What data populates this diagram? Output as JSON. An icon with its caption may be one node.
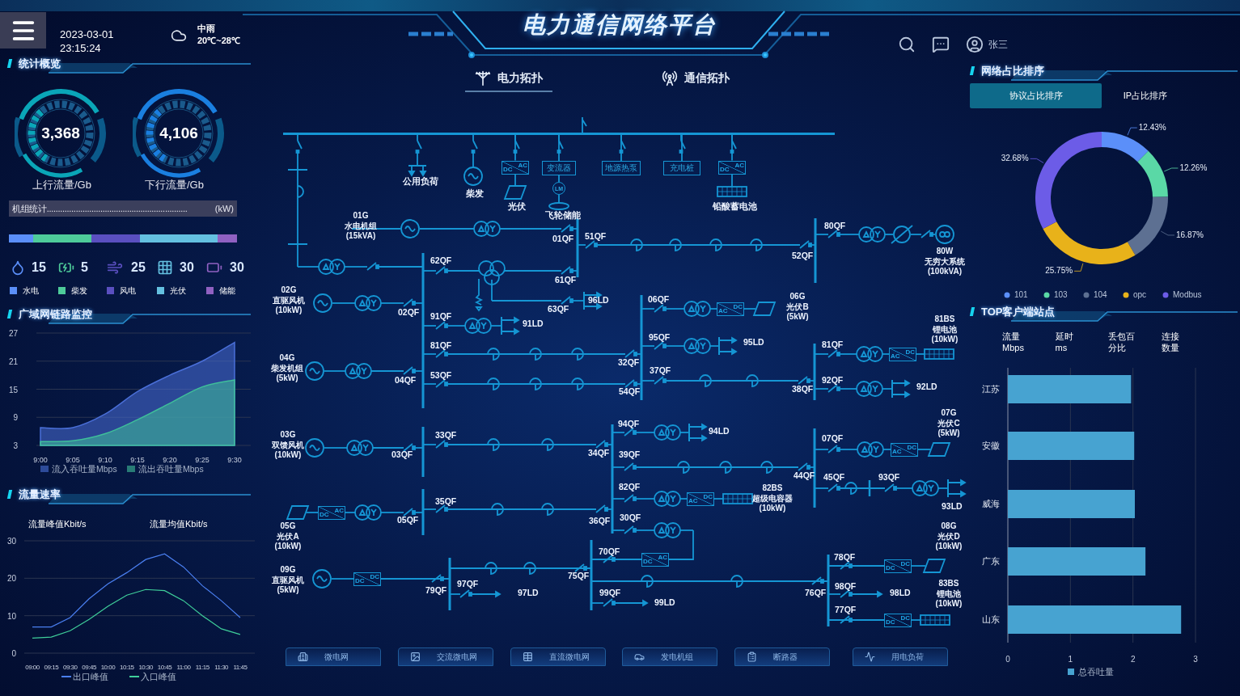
{
  "diagram": {
    "title": "电力通信网络平台",
    "nodes": [
      {
        "text": [],
        "shape": "bar"
      },
      {
        "text": [
          "DC",
          "AC"
        ]
      },
      {
        "text": [
          "变流器"
        ]
      },
      {
        "text": [
          "地源热泵"
        ]
      },
      {
        "text": [
          "充电桩"
        ]
      },
      {
        "text": [
          "DC",
          "AC"
        ]
      },
      {
        "text": [
          "LM"
        ]
      },
      {
        "text": [
          "AC",
          "DC"
        ]
      },
      {
        "text": [
          "AC",
          "DC"
        ]
      },
      {
        "text": [
          "AC",
          "DC"
        ]
      },
      {
        "text": [
          "AC",
          "DC"
        ]
      },
      {
        "text": [
          "DC",
          "AC"
        ]
      },
      {
        "text": [
          "DC",
          "AC"
        ]
      },
      {
        "text": [
          "DC",
          "DC"
        ]
      },
      {
        "text": [
          "DC",
          "DC"
        ]
      },
      {
        "text": [
          "DC",
          "DC"
        ]
      }
    ],
    "edges": [
      {
        "from": 0,
        "to": 1,
        "arrow": "none"
      },
      {
        "from": 0,
        "to": 2,
        "arrow": "none"
      },
      {
        "from": 0,
        "to": 3,
        "arrow": "none"
      },
      {
        "from": 0,
        "to": 4,
        "arrow": "none"
      },
      {
        "from": 0,
        "to": 5,
        "arrow": "none"
      },
      {
        "from": 2,
        "to": 6,
        "arrow": "none"
      },
      {
        "from": 12,
        "to": 15,
        "arrow": "none"
      },
      {
        "from": 12,
        "to": 13,
        "arrow": "none"
      },
      {
        "from": 12,
        "to": 14,
        "arrow": "none"
      }
    ],
    "labels": [
      "2023-03-01",
      "23:15:24",
      "中雨",
      "20℃~28℃",
      "电力拓扑",
      "通信拓扑",
      "张三",
      "统计概览",
      "3,368",
      "上行流量/Gb",
      "4,106",
      "下行流量/Gb",
      "机组统计...............................................................",
      "(kW)",
      "15",
      "5",
      "25",
      "30",
      "30",
      "网络占比排序",
      "协议占比排序",
      "IP占比排序",
      "广域网链路监控",
      "TOP客户端站点",
      "流量 Mbps",
      "延时 ms",
      "丢包百分比",
      "连接数量",
      "流量速率",
      "流量峰值Kbit/s",
      "流量均值Kbit/s",
      "微电网",
      "交流微电网",
      "直流微电网",
      "发电机组",
      "断路器",
      "用电负荷",
      "公用负荷",
      "柴发",
      "光伏",
      "飞轮储能",
      "铅酸蓄电池",
      "01G 水电机组 (15kVA)",
      "01QF",
      "51QF",
      "80QF",
      "80W 无穷大系统 (100kVA)",
      "52QF",
      "62QF",
      "61QF",
      "02G 直驱风机 (10kW)",
      "02QF",
      "63QF",
      "96LD",
      "06QF",
      "06G 光伏B (5kW)",
      "91QF",
      "91LD",
      "95QF",
      "95LD",
      "81BS 锂电池 (10kW)",
      "81QF",
      "81QF",
      "32QF",
      "37QF",
      "04G 柴发机组 (5kW)",
      "04QF",
      "53QF",
      "92QF",
      "38QF",
      "92LD",
      "54QF",
      "07G 光伏C (5kW)",
      "94QF",
      "94LD",
      "33QF",
      "03G 双馈风机 (10kW)",
      "07QF",
      "03QF",
      "34QF",
      "39QF",
      "44QF",
      "45QF",
      "93QF",
      "82QF",
      "82BS 超级电容器 (10kW)",
      "35QF",
      "93LD",
      "05QF",
      "36QF",
      "30QF",
      "05G 光伏A (10kW)",
      "08G 光伏D (10kW)",
      "70QF",
      "78QF",
      "09G 直驱风机 (5kW)",
      "75QF",
      "97QF",
      "98QF",
      "79QF",
      "97LD",
      "99QF",
      "76QF",
      "98LD",
      "83BS 锂电池 (10kW)",
      "99LD",
      "77QF"
    ],
    "legend": [
      {
        "text": "水电",
        "color": "#5b8ff9"
      },
      {
        "text": "柴发",
        "color": "#4ecb9a"
      },
      {
        "text": "风电",
        "color": "#5a4fc0"
      },
      {
        "text": "光伏",
        "color": "#64c0e0"
      },
      {
        "text": "储能",
        "color": "#9061c2"
      }
    ],
    "chart_data": [
      {
        "type": "area",
        "categories": [
          "9:00",
          "9:05",
          "9:10",
          "9:15",
          "9:20",
          "9:25",
          "9:30"
        ],
        "yticks": [
          3,
          9,
          15,
          21,
          27
        ],
        "ylim": [
          3,
          27
        ],
        "grid": true,
        "legend": "bottom",
        "series": [
          {
            "name": "流入吞吐量Mbps",
            "color": "#4a6fd8",
            "values": [
              6.8,
              6.8,
              9.7,
              14.5,
              18,
              21,
              25
            ]
          },
          {
            "name": "流出吞吐量Mbps",
            "color": "#3fbf9a",
            "values": [
              3.8,
              4,
              5.5,
              8.5,
              12,
              15.5,
              17
            ]
          }
        ]
      },
      {
        "type": "line",
        "categories": [
          "09:00",
          "09:15",
          "09:30",
          "09:45",
          "10:00",
          "10:15",
          "10:30",
          "10:45",
          "11:00",
          "11:15",
          "11:30",
          "11:45"
        ],
        "yticks": [
          0,
          10,
          20,
          30
        ],
        "ylim": [
          0,
          30
        ],
        "grid": true,
        "legend": "bottom",
        "series": [
          {
            "name": "出口峰值",
            "color": "#4a7ff0",
            "values": [
              7,
              7,
              9.5,
              14.5,
              18.5,
              21.5,
              25,
              26.5,
              23,
              18,
              14,
              9.5
            ]
          },
          {
            "name": "入口峰值",
            "color": "#3fcf9a",
            "values": [
              4,
              4.3,
              6,
              9,
              12.5,
              15.5,
              17,
              16.7,
              14,
              10,
              6.5,
              5
            ]
          }
        ]
      },
      {
        "type": "donut",
        "categories": [
          "101",
          "103",
          "104",
          "opc",
          "Modbus"
        ],
        "legend": "bottom",
        "value_labels": [
          "12.43%",
          "12.26%",
          "16.87%",
          "25.75%",
          "32.68%"
        ],
        "series": [
          {
            "values": [
              12.43,
              12.26,
              16.87,
              25.75,
              32.68
            ]
          }
        ],
        "colors": [
          "#5b8ff9",
          "#5ad8a6",
          "#5d7092",
          "#e8b21a",
          "#6c5ce7"
        ]
      },
      {
        "type": "bar",
        "orientation": "horizontal",
        "categories": [
          "江苏",
          "安徽",
          "威海",
          "广东",
          "山东"
        ],
        "xticks": [
          0,
          1,
          2,
          3
        ],
        "xlim": [
          0,
          3
        ],
        "grid": true,
        "legend": "bottom",
        "series": [
          {
            "name": "总吞吐量",
            "color": "#47a3d1",
            "values": [
              1.97,
              2.02,
              2.03,
              2.2,
              2.77
            ]
          }
        ]
      }
    ]
  }
}
